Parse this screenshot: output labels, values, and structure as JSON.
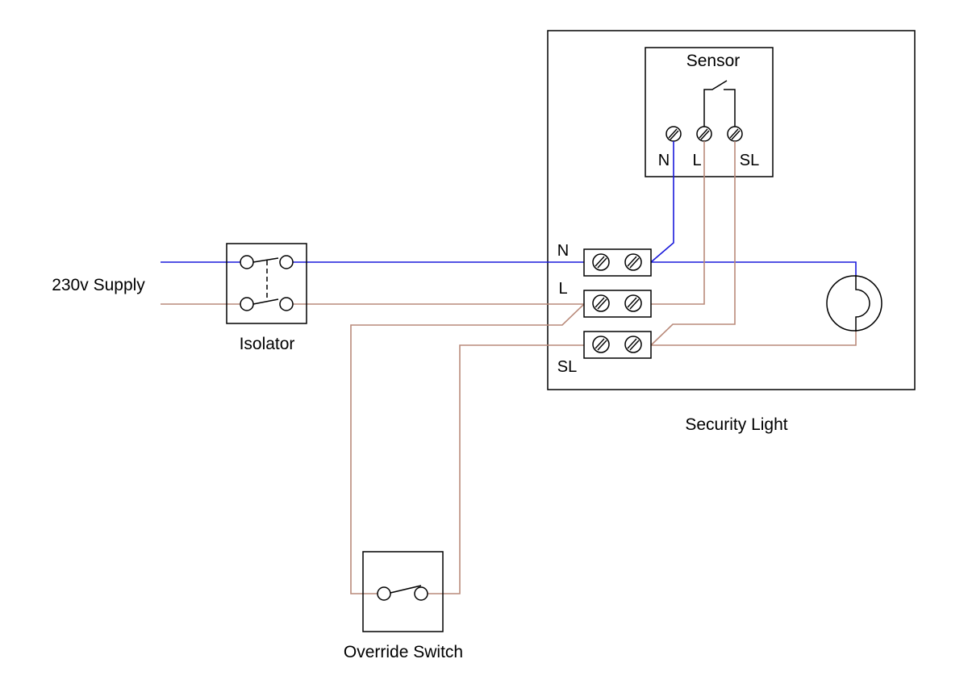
{
  "colors": {
    "neutral_wire": "#1a1adb",
    "live_wire": "#b98a7a",
    "outline": "#000000",
    "background": "#ffffff"
  },
  "labels": {
    "supply": "230v Supply",
    "isolator": "Isolator",
    "override_switch": "Override Switch",
    "security_light": "Security Light",
    "sensor": "Sensor"
  },
  "sensor_terminals": [
    "N",
    "L",
    "SL"
  ],
  "terminal_block_labels": [
    "N",
    "L",
    "SL"
  ],
  "components": [
    {
      "id": "supply",
      "type": "power-source"
    },
    {
      "id": "isolator",
      "type": "double-pole-switch"
    },
    {
      "id": "override_switch",
      "type": "single-pole-switch"
    },
    {
      "id": "sensor",
      "type": "pir-sensor"
    },
    {
      "id": "terminal_block",
      "type": "connector-strip"
    },
    {
      "id": "lamp",
      "type": "lamp"
    }
  ]
}
